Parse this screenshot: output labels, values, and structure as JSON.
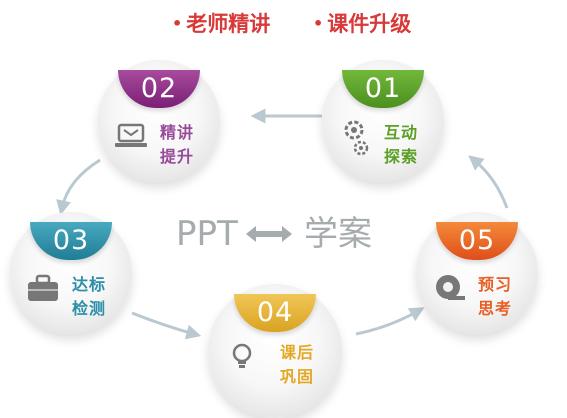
{
  "header": {
    "tag1_bullet": "•",
    "tag1_text": "老师精讲",
    "tag2_bullet": "•",
    "tag2_text": "课件升级"
  },
  "center": {
    "left": "PPT",
    "right": "学案"
  },
  "nodes": [
    {
      "number": "01",
      "line1": "互动",
      "line2": "探索",
      "color": "#5aa024",
      "icon": "gear-icon"
    },
    {
      "number": "02",
      "line1": "精讲",
      "line2": "提升",
      "color": "#8c2d86",
      "icon": "laptop-icon"
    },
    {
      "number": "03",
      "line1": "达标",
      "line2": "检测",
      "color": "#2a8fa7",
      "icon": "briefcase-icon"
    },
    {
      "number": "04",
      "line1": "课后",
      "line2": "巩固",
      "color": "#e4b33a",
      "icon": "lightbulb-icon"
    },
    {
      "number": "05",
      "line1": "预习",
      "line2": "思考",
      "color": "#e95e24",
      "icon": "tape-icon"
    }
  ],
  "colors": {
    "tag": "#d83a3a",
    "arrow": "#b9c8d1",
    "center_text": "#a6abae",
    "label": "#9a4a9a"
  }
}
